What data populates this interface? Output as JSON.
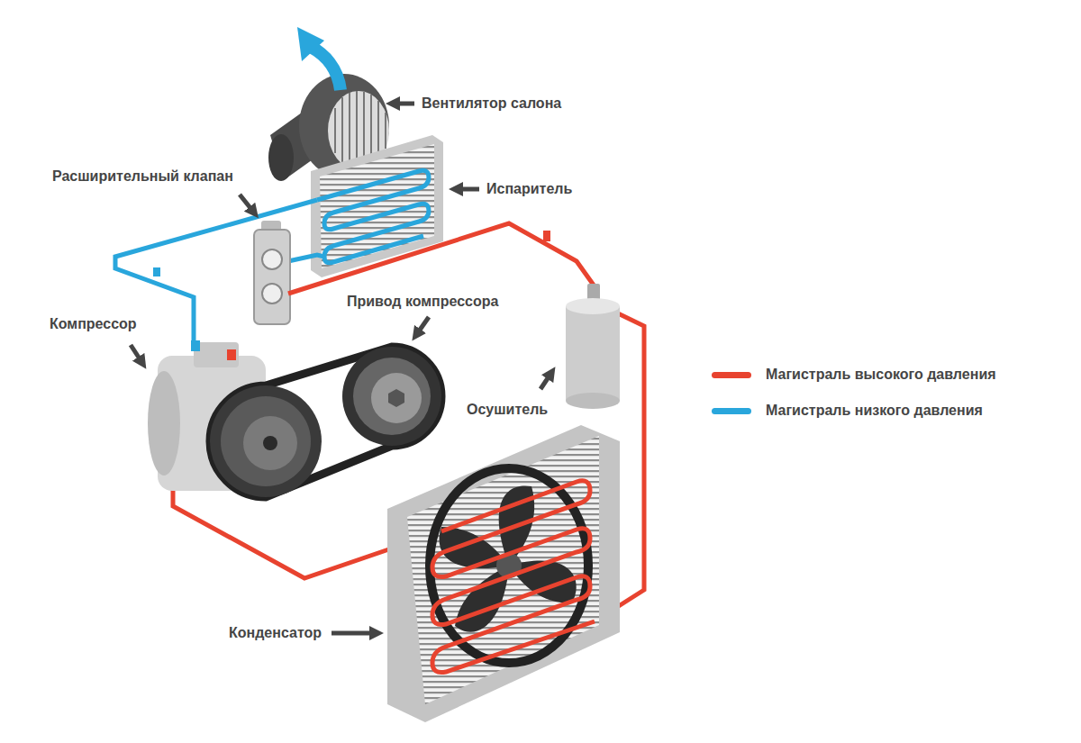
{
  "diagram": {
    "labels": [
      "Вентилятор салона",
      "Расширительный клапан",
      "Испаритель",
      "Компрессор",
      "Привод компрессора",
      "Осушитель",
      "Конденсатор"
    ],
    "legend": [
      {
        "text": "Магистраль высокого давления",
        "color": "#e8432f"
      },
      {
        "text": "Магистраль низкого давления",
        "color": "#29a6dc"
      }
    ]
  }
}
